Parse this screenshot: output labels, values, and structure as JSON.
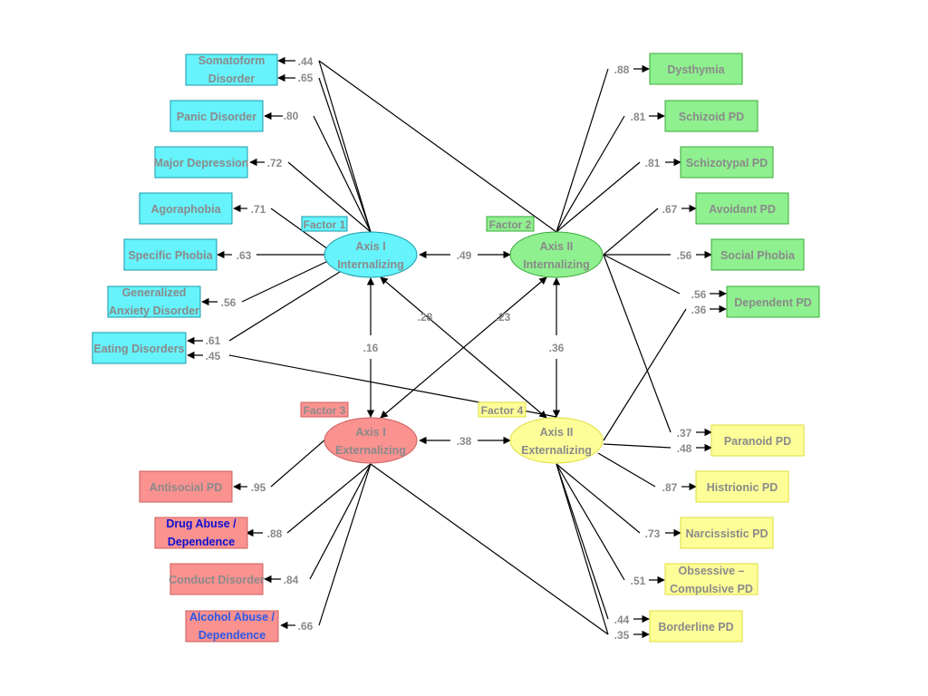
{
  "colors": {
    "cyan_fill": "#66f3fb",
    "cyan_stroke": "#1a9aa8",
    "green_fill": "#8ff08f",
    "green_stroke": "#3aaa3a",
    "red_fill": "#fa9290",
    "red_stroke": "#cc5d5d",
    "yellow_fill": "#fefe99",
    "yellow_stroke": "#dede3a",
    "text_gray": "#8a8a8a",
    "text_darkblue": "#1010d0",
    "text_blue": "#2a5ae8"
  },
  "factors": {
    "f1": {
      "tag": "Factor 1",
      "line1": "Axis I",
      "line2": "Internalizing"
    },
    "f2": {
      "tag": "Factor 2",
      "line1": "Axis II",
      "line2": "Internalizing"
    },
    "f3": {
      "tag": "Factor 3",
      "line1": "Axis I",
      "line2": "Externalizing"
    },
    "f4": {
      "tag": "Factor 4",
      "line1": "Axis II",
      "line2": "Externalizing"
    }
  },
  "factor_correlations": {
    "f1_f2": ".49",
    "f3_f4": ".38",
    "f1_f3": ".16",
    "f2_f4": ".36",
    "f1_f4": ".28",
    "f3_f2": ".23"
  },
  "left_top_indicators": [
    {
      "lines": [
        "Somatoform",
        "Disorder"
      ],
      "loadings": [
        ".44",
        ".65"
      ]
    },
    {
      "lines": [
        "Panic Disorder"
      ],
      "loadings": [
        ".80"
      ]
    },
    {
      "lines": [
        "Major Depression"
      ],
      "loadings": [
        ".72"
      ]
    },
    {
      "lines": [
        "Agoraphobia"
      ],
      "loadings": [
        ".71"
      ]
    },
    {
      "lines": [
        "Specific Phobia"
      ],
      "loadings": [
        ".63"
      ]
    },
    {
      "lines": [
        "Generalized",
        "Anxiety Disorder"
      ],
      "loadings": [
        ".56"
      ]
    },
    {
      "lines": [
        "Eating Disorders"
      ],
      "loadings": [
        ".61",
        ".45"
      ]
    }
  ],
  "right_top_indicators": [
    {
      "lines": [
        "Dysthymia"
      ],
      "loadings": [
        ".88"
      ]
    },
    {
      "lines": [
        "Schizoid PD"
      ],
      "loadings": [
        ".81"
      ]
    },
    {
      "lines": [
        "Schizotypal PD"
      ],
      "loadings": [
        ".81"
      ]
    },
    {
      "lines": [
        "Avoidant PD"
      ],
      "loadings": [
        ".67"
      ]
    },
    {
      "lines": [
        "Social Phobia"
      ],
      "loadings": [
        ".56"
      ]
    },
    {
      "lines": [
        "Dependent PD"
      ],
      "loadings": [
        ".56",
        ".36"
      ]
    }
  ],
  "left_bottom_indicators": [
    {
      "lines": [
        "Antisocial PD"
      ],
      "loadings": [
        ".95"
      ]
    },
    {
      "lines": [
        "Drug Abuse /",
        "Dependence"
      ],
      "loadings": [
        ".88"
      ]
    },
    {
      "lines": [
        "Conduct Disorder"
      ],
      "loadings": [
        ".84"
      ]
    },
    {
      "lines": [
        "Alcohol Abuse /",
        "Dependence"
      ],
      "loadings": [
        ".66"
      ]
    }
  ],
  "right_bottom_indicators": [
    {
      "lines": [
        "Paranoid PD"
      ],
      "loadings": [
        ".37",
        ".48"
      ]
    },
    {
      "lines": [
        "Histrionic PD"
      ],
      "loadings": [
        ".87"
      ]
    },
    {
      "lines": [
        "Narcissistic PD"
      ],
      "loadings": [
        ".73"
      ]
    },
    {
      "lines": [
        "Obsessive –",
        "Compulsive PD"
      ],
      "loadings": [
        ".51"
      ]
    },
    {
      "lines": [
        "Borderline PD"
      ],
      "loadings": [
        ".44",
        ".35"
      ]
    }
  ]
}
